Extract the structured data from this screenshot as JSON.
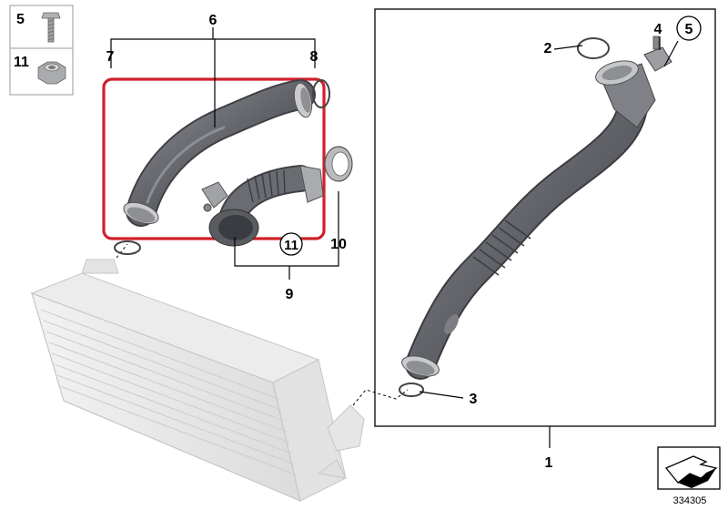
{
  "diagram": {
    "diagram_number": "334305",
    "legend": [
      {
        "number": "5",
        "part": "screw-icon"
      },
      {
        "number": "11",
        "part": "hex-nut-icon"
      }
    ],
    "callouts": {
      "p1": "1",
      "p2": "2",
      "p3": "3",
      "p4": "4",
      "p5": "5",
      "p6": "6",
      "p7": "7",
      "p8": "8",
      "p9": "9",
      "p10": "10",
      "p11": "11"
    },
    "highlight_color": "#d0202a",
    "icons": [
      "screw-icon",
      "hex-nut-icon",
      "direction-arrow-icon"
    ]
  }
}
